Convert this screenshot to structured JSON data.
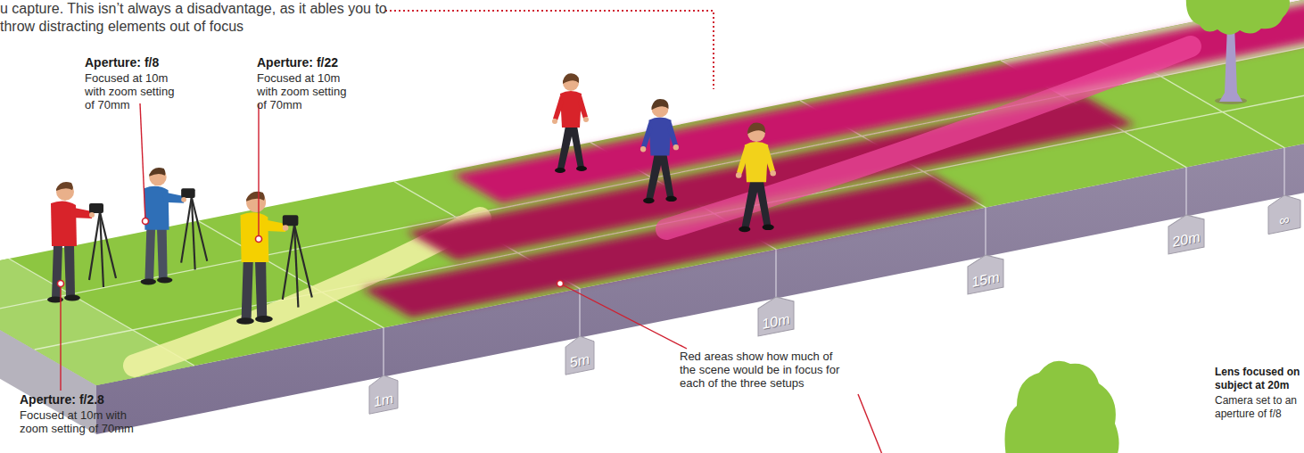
{
  "diagram": {
    "nodes": [
      {
        "text": [
          "1m"
        ]
      },
      {
        "text": [
          "5m"
        ]
      },
      {
        "text": [
          "10m"
        ]
      },
      {
        "text": [
          "15m"
        ]
      },
      {
        "text": [
          "20m"
        ]
      },
      {
        "text": [
          "∞"
        ]
      }
    ],
    "labels": [
      "u capture. This isn’t always a disadvantage, as it ables you to throw distracting elements out of focus",
      "Aperture: f/8",
      "Focused at 10m with zoom setting of 70mm",
      "Aperture: f/22",
      "Focused at 10m with zoom setting of 70mm",
      "Aperture: f/2.8",
      "Focused at 10m with zoom setting of 70mm",
      "Red areas show how much of the scene would be in focus for each of the three setups",
      "Lens focused on subject at 20m",
      "Camera set to an aperture of f/8"
    ]
  }
}
